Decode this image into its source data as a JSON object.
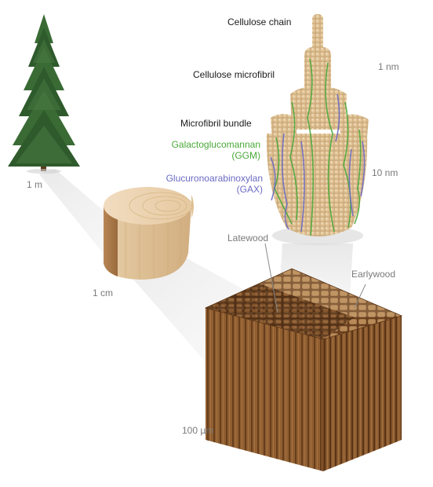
{
  "labels": {
    "cellulose_chain": "Cellulose chain",
    "cellulose_microfibril": "Cellulose microfibril",
    "microfibril_bundle": "Microfibril bundle",
    "ggm_line1": "Galactoglucomannan",
    "ggm_line2": "(GGM)",
    "gax_line1": "Glucuronoarabinoxylan",
    "gax_line2": "(GAX)",
    "latewood": "Latewood",
    "earlywood": "Earlywood"
  },
  "scales": {
    "tree": "1 m",
    "log": "1 cm",
    "block": "100 µm",
    "chain": "1 nm",
    "bundle": "10 nm"
  },
  "colors": {
    "ggm": "#4aa83a",
    "gax": "#6b6bc4",
    "scale_text": "#7a7a7a",
    "wood_light": "#e2c7a0",
    "wood_dark": "#8a5a2e",
    "fibril": "#d4b488",
    "tree_green": "#2f5a2c"
  }
}
